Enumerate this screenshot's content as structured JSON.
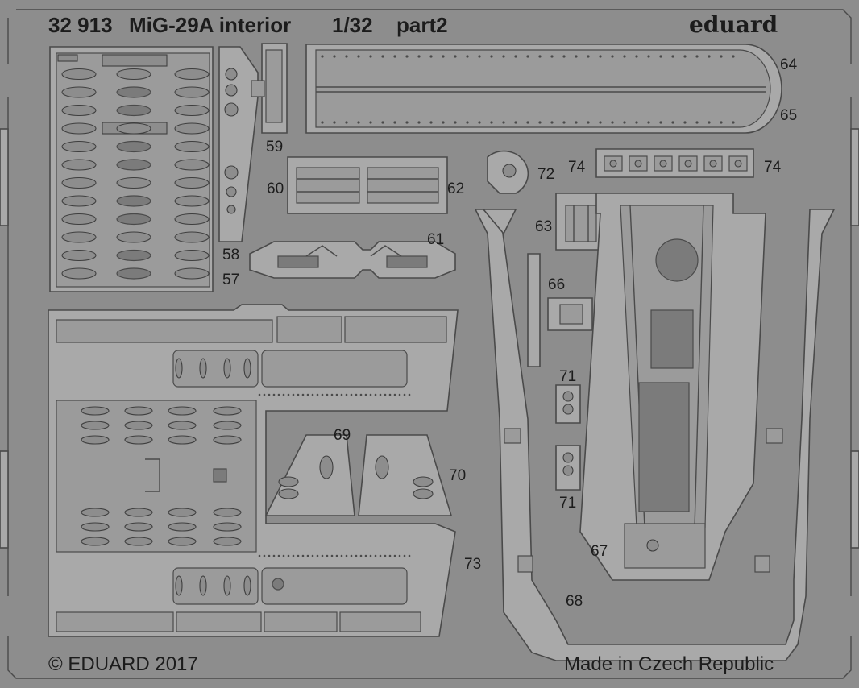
{
  "sheet": {
    "code": "32 913",
    "title": "MiG-29A interior",
    "scale": "1/32",
    "part": "part2",
    "brand": "eduard",
    "copyright": "© EDUARD 2017",
    "origin": "Made in Czech Republic"
  },
  "labels": {
    "p57": "57",
    "p58": "58",
    "p59": "59",
    "p60": "60",
    "p61": "61",
    "p62": "62",
    "p63": "63",
    "p64": "64",
    "p65": "65",
    "p66": "66",
    "p67": "67",
    "p68": "68",
    "p69": "69",
    "p70": "70",
    "p71a": "71",
    "p71b": "71",
    "p72": "72",
    "p73": "73",
    "p74a": "74",
    "p74b": "74"
  }
}
